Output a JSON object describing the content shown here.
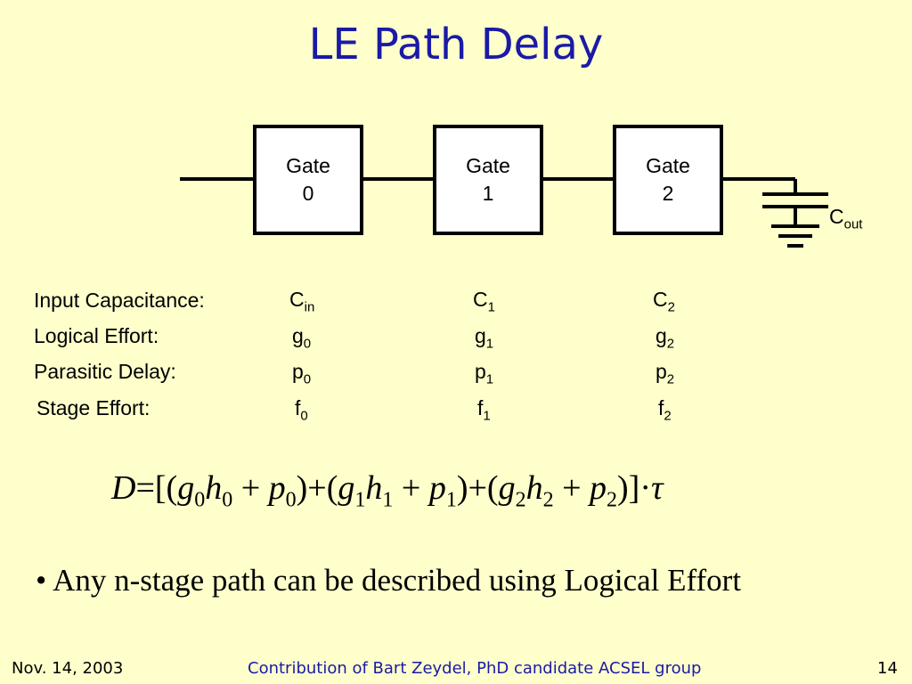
{
  "slide": {
    "title": "LE Path Delay",
    "gates": [
      {
        "line1": "Gate",
        "line2": "0"
      },
      {
        "line1": "Gate",
        "line2": "1"
      },
      {
        "line1": "Gate",
        "line2": "2"
      }
    ],
    "cout": {
      "base": "C",
      "sub": "out"
    },
    "rows": [
      {
        "label": "Input Capacitance:",
        "cells": [
          {
            "b": "C",
            "s": "in"
          },
          {
            "b": "C",
            "s": "1"
          },
          {
            "b": "C",
            "s": "2"
          }
        ]
      },
      {
        "label": "Logical Effort:",
        "cells": [
          {
            "b": "g",
            "s": "0"
          },
          {
            "b": "g",
            "s": "1"
          },
          {
            "b": "g",
            "s": "2"
          }
        ]
      },
      {
        "label": "Parasitic Delay:",
        "cells": [
          {
            "b": "p",
            "s": "0"
          },
          {
            "b": "p",
            "s": "1"
          },
          {
            "b": "p",
            "s": "2"
          }
        ]
      },
      {
        "label": "Stage Effort:",
        "cells": [
          {
            "b": "f",
            "s": "0"
          },
          {
            "b": "f",
            "s": "1"
          },
          {
            "b": "f",
            "s": "2"
          }
        ]
      }
    ],
    "equation": {
      "D": "D",
      "eq": "=",
      "open": "[(",
      "g": "g",
      "h": "h",
      "p": "p",
      "s0": "0",
      "s1": "1",
      "s2": "2",
      "plus": "+",
      "close_paren": ")",
      "open_paren": "(",
      "close": ")]",
      "dot": "·",
      "tau": "τ"
    },
    "bullet": "•  Any n-stage path can be described using Logical Effort"
  },
  "footer": {
    "date": "Nov. 14, 2003",
    "credit": "Contribution of Bart Zeydel, PhD candidate ACSEL group",
    "page": "14"
  },
  "colors": {
    "title": "#1a1aa6",
    "background": "#ffffcc",
    "credit": "#1a1aa6"
  }
}
